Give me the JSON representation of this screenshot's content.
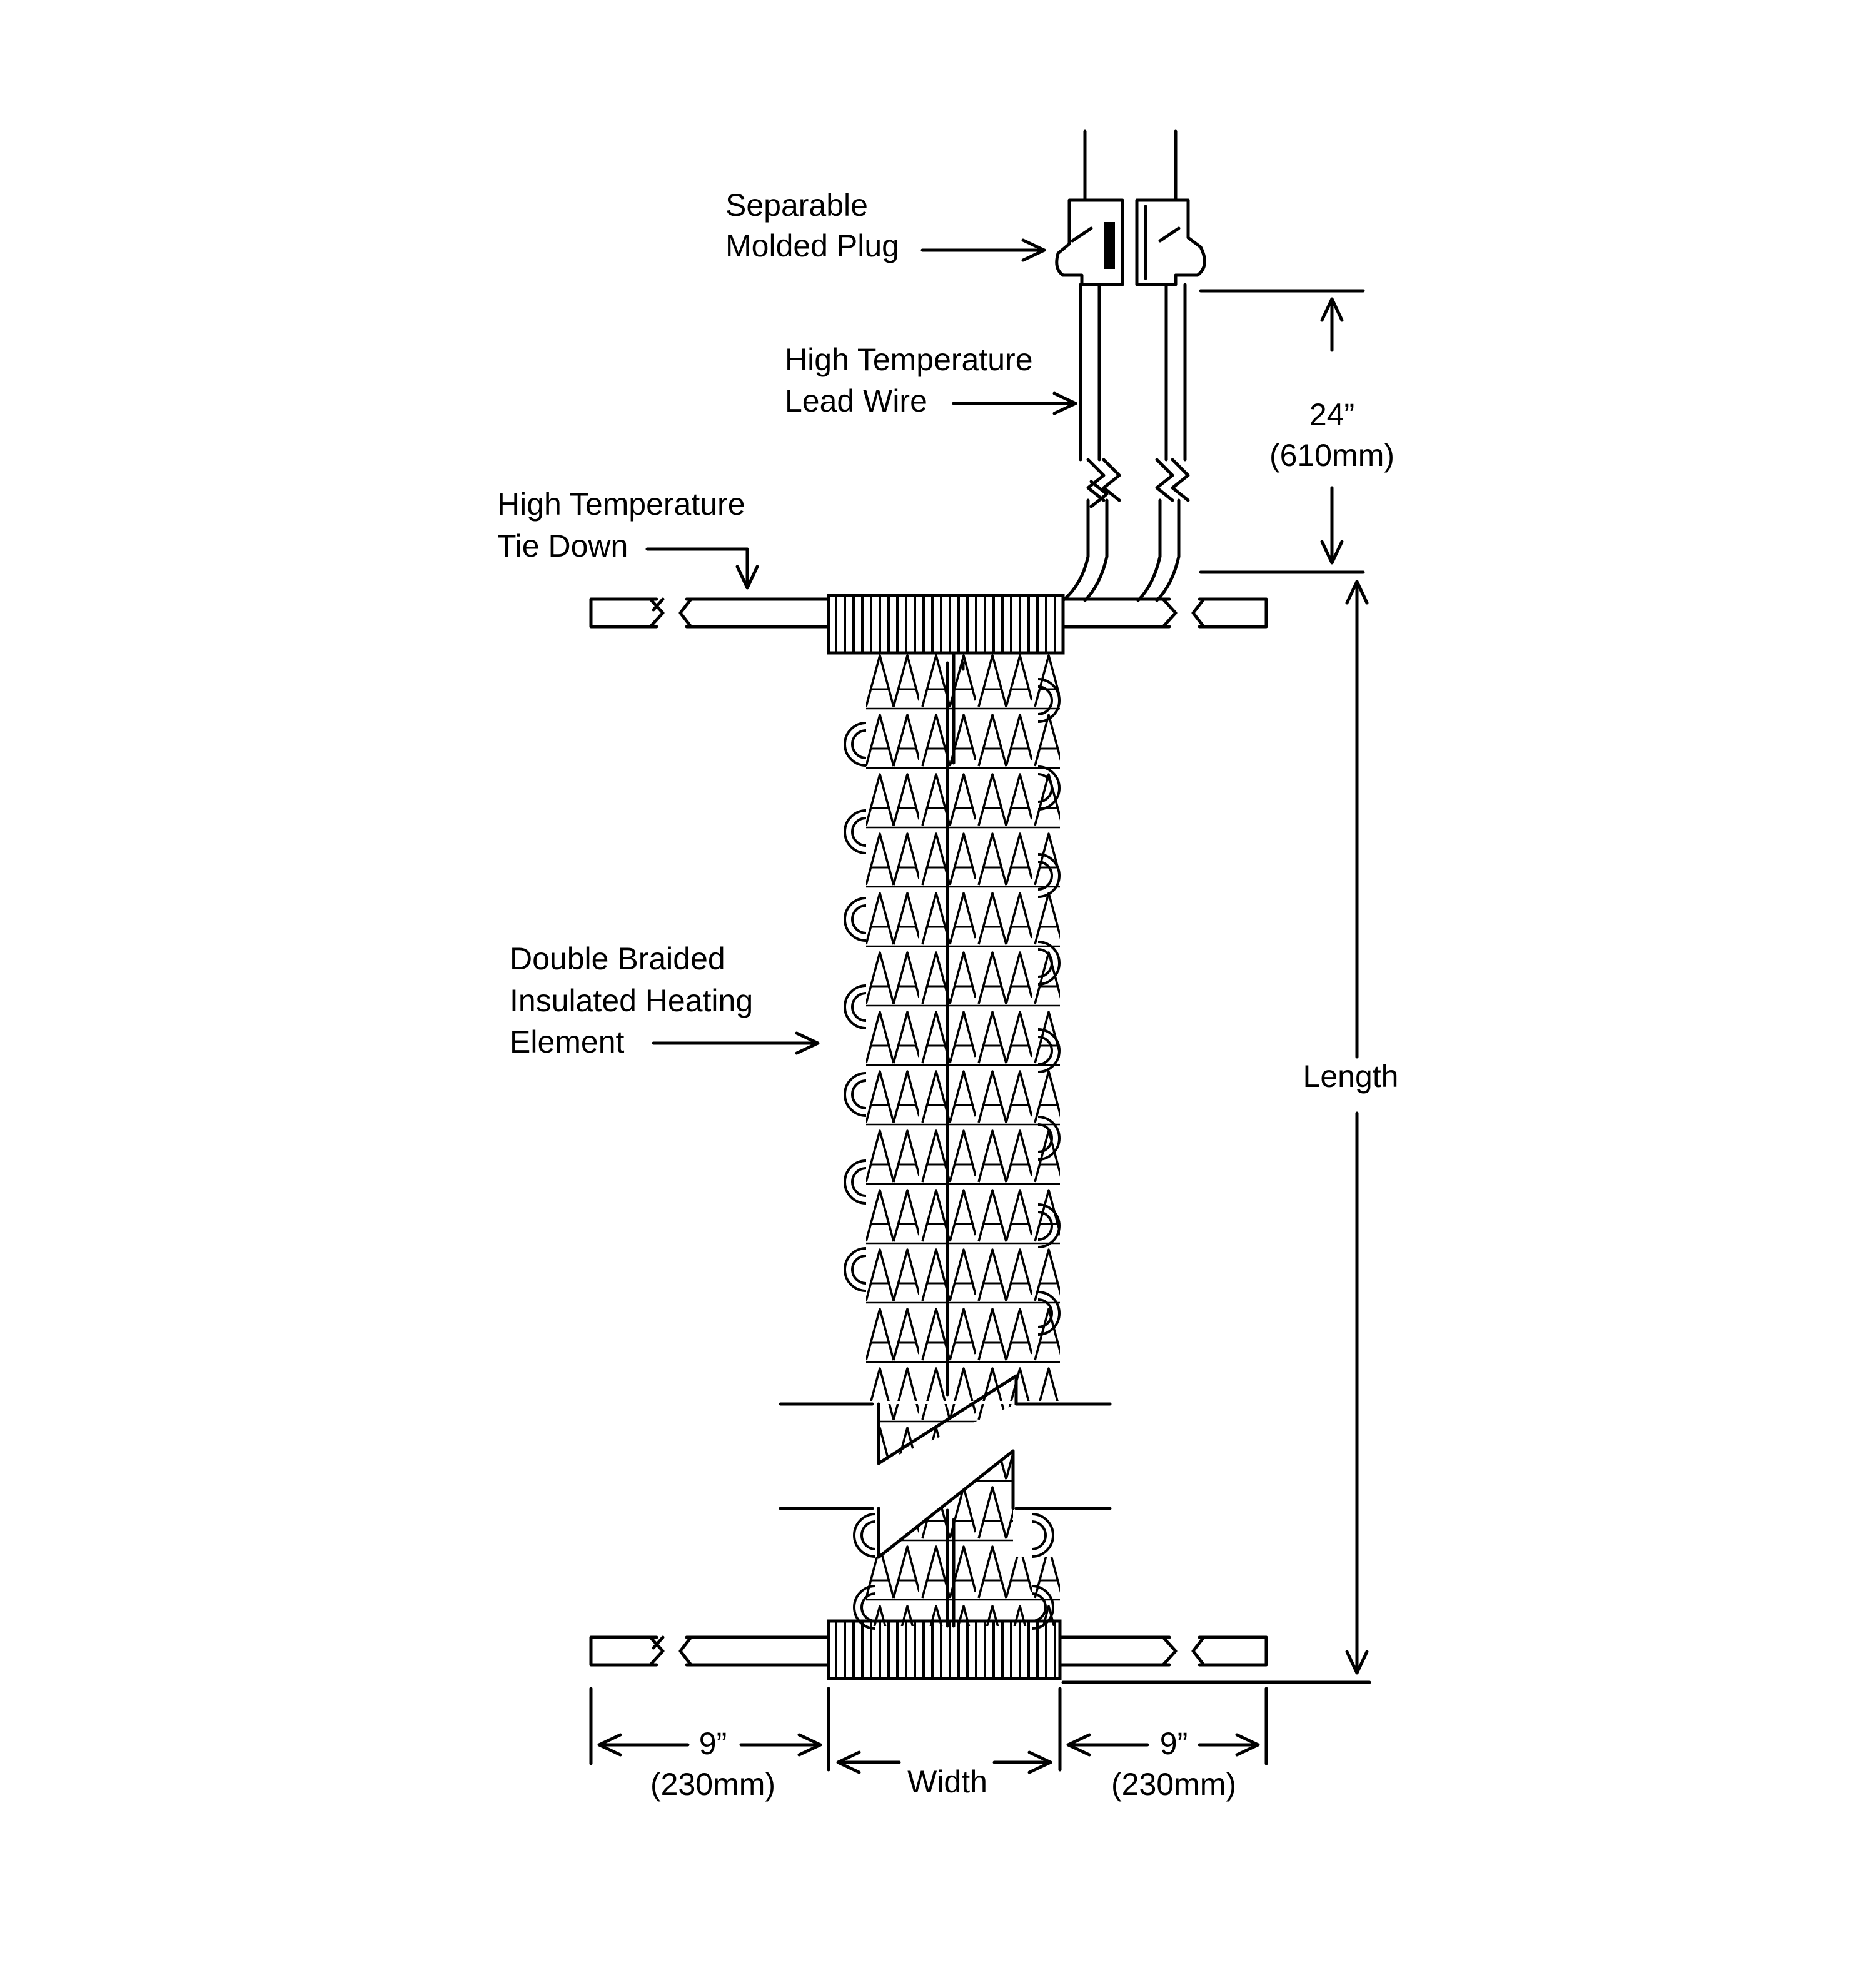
{
  "colors": {
    "line": "#000000",
    "background": "#ffffff"
  },
  "labels": {
    "molded_plug": [
      "Separable",
      "Molded Plug"
    ],
    "lead_wire": [
      "High Temperature",
      "Lead Wire"
    ],
    "tie_down": [
      "High Temperature",
      "Tie Down"
    ],
    "heating_element": [
      "Double Braided",
      "Insulated Heating",
      "Element"
    ]
  },
  "dimensions": {
    "lead_length": [
      "24”",
      "(610mm)"
    ],
    "length": "Length",
    "left_tie": [
      "9”",
      "(230mm)"
    ],
    "width": "Width",
    "right_tie": [
      "9”",
      "(230mm)"
    ]
  }
}
